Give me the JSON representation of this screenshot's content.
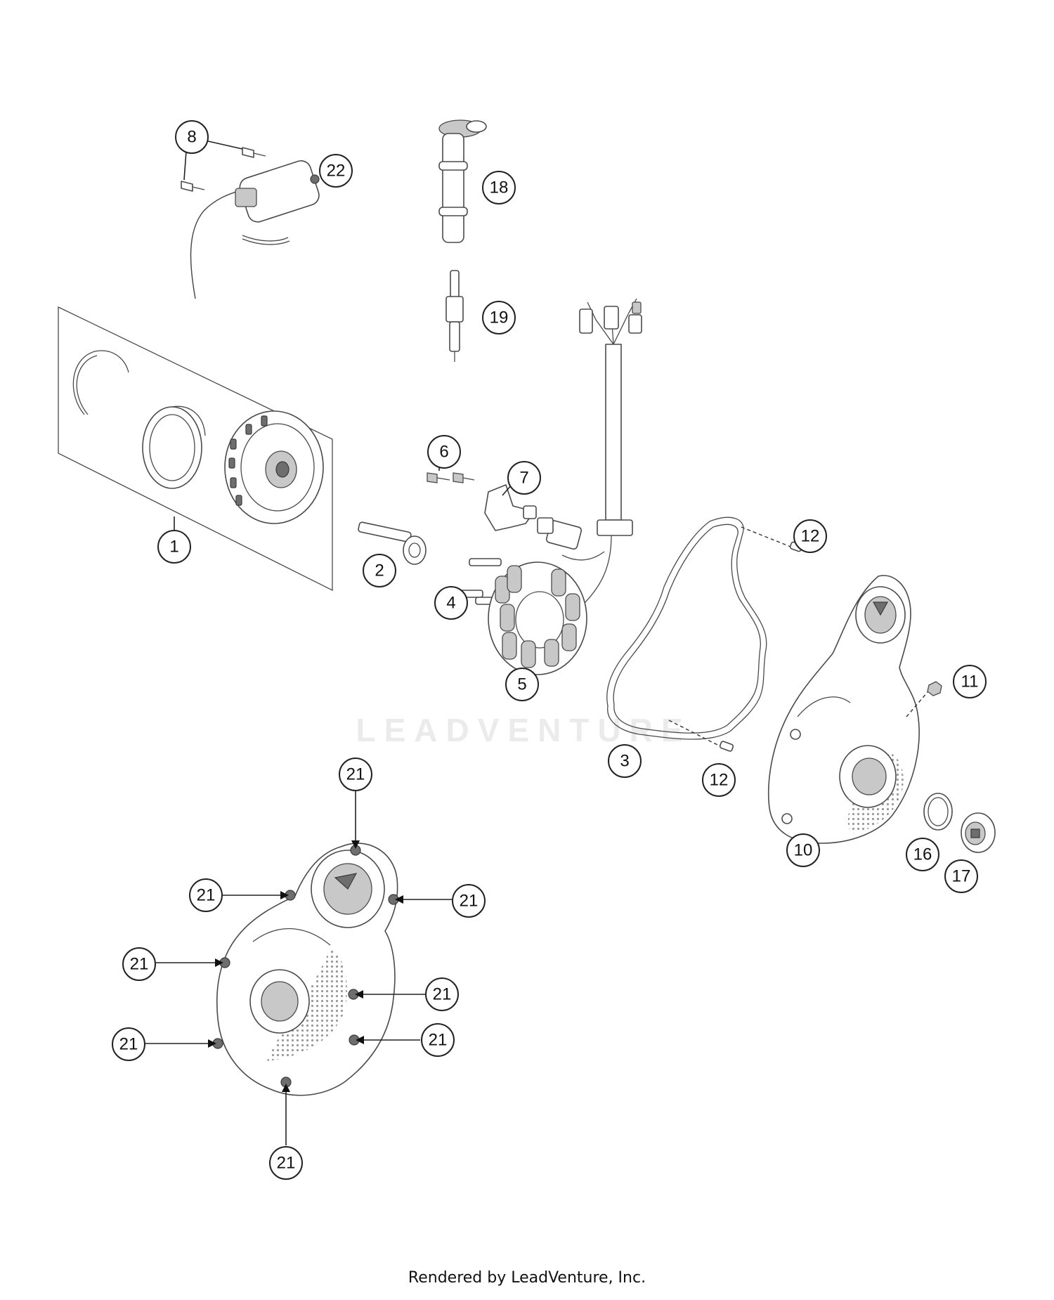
{
  "watermark": "LEADVENTURE",
  "footer": "Rendered by LeadVenture, Inc.",
  "callouts": {
    "c1": "1",
    "c2": "2",
    "c3": "3",
    "c4": "4",
    "c5": "5",
    "c6": "6",
    "c7": "7",
    "c8": "8",
    "c10": "10",
    "c11": "11",
    "c12a": "12",
    "c12b": "12",
    "c16": "16",
    "c17": "17",
    "c18": "18",
    "c19": "19",
    "c22": "22",
    "c21_top": "21",
    "c21_left_upper": "21",
    "c21_right_upper": "21",
    "c21_left_mid": "21",
    "c21_right_mid": "21",
    "c21_left_lower": "21",
    "c21_right_lower": "21",
    "c21_bottom": "21"
  }
}
